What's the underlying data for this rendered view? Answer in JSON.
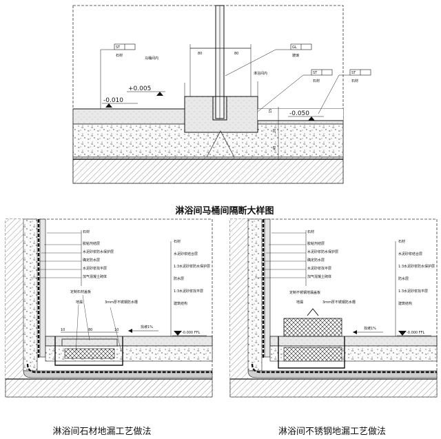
{
  "top": {
    "title": "淋浴间马桶间隔断大样图",
    "room_left": "马桶间内",
    "room_right": "淋浴间内",
    "tag_stone_left": {
      "code": "ST",
      "label": "石材"
    },
    "tag_glass": {
      "code": "GL",
      "label": "玻璃"
    },
    "tag_stone_mid": {
      "code": "ST",
      "label": "石材"
    },
    "tag_stone_right": {
      "code": "ST",
      "label": "石材"
    },
    "elev_a": "-0.010",
    "elev_b": "+0.005",
    "elev_c": "-0.050",
    "dim_80a": "80",
    "dim_80b": "80",
    "dim_15": "15",
    "dim_20": "20",
    "dim_40": "40"
  },
  "bottom_left": {
    "caption": "淋浴间石材地漏工艺做法",
    "wall_layers": [
      "石材",
      "胶粘剂结层",
      "水泥砂浆防水保护层",
      "确定防水层",
      "水泥砂浆找平层",
      "加气混凝土砌体"
    ],
    "floor_layers": [
      "石材",
      "水泥砂浆结合层",
      "1:3水泥砂浆防水保护层",
      "防水层",
      "1:3水泥砂浆找平层",
      "建筑结构"
    ],
    "drain_cover": "定制石材盖板",
    "drain": "地漏",
    "waterproof": "3mm厚不锈钢防水槽",
    "slope": "找坡1%",
    "floor_level": "-0.000 FFL",
    "dim_10a": "10",
    "dim_80": "80",
    "dim_10b": "10"
  },
  "bottom_right": {
    "caption": "淋浴间不锈钢地漏工艺做法",
    "wall_layers": [
      "石材",
      "胶粘剂结层",
      "水泥砂浆防水保护层",
      "确定防水层",
      "水泥砂浆找平层",
      "加气混凝土砌体"
    ],
    "floor_layers": [
      "石材",
      "水泥砂浆结合层",
      "1:3水泥砂浆防水保护层",
      "防水层",
      "1:3水泥砂浆找平层",
      "建筑结构"
    ],
    "drain_cover": "定制不锈钢地漏盖板",
    "drain": "地漏",
    "waterproof": "3mm厚不锈钢防水槽",
    "slope": "找坡1%",
    "floor_level": "-0.000 FFL"
  }
}
